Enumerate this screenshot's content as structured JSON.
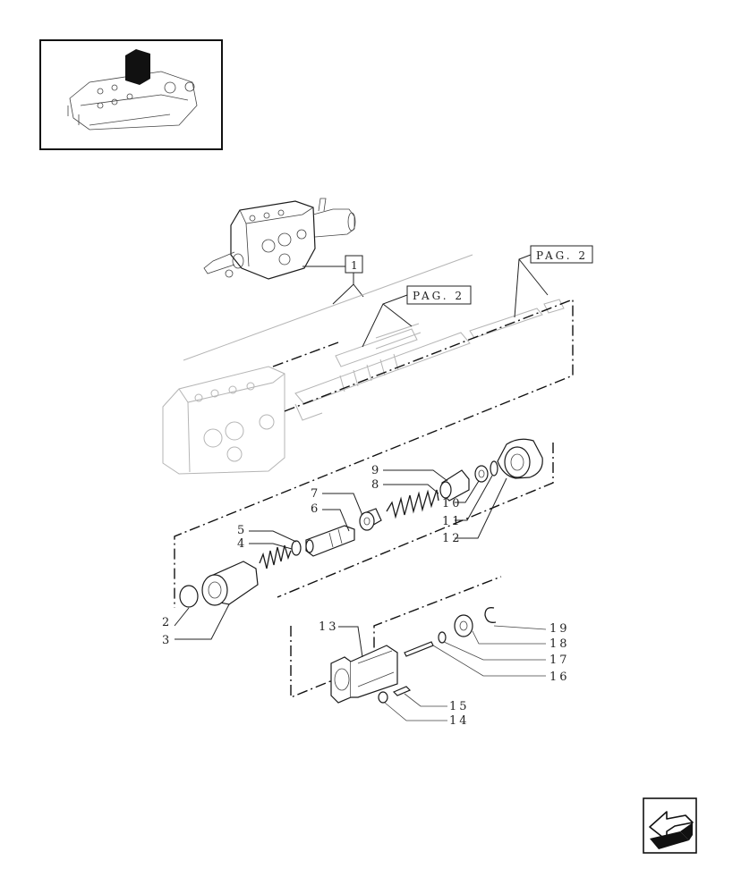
{
  "reference_box": {
    "label": "1"
  },
  "page_refs": [
    "PAG. 2",
    "PAG. 2"
  ],
  "callouts": [
    "2",
    "3",
    "4",
    "5",
    "6",
    "7",
    "8",
    "9",
    "10",
    "11",
    "12",
    "13",
    "14",
    "15",
    "16",
    "17",
    "18",
    "19"
  ]
}
